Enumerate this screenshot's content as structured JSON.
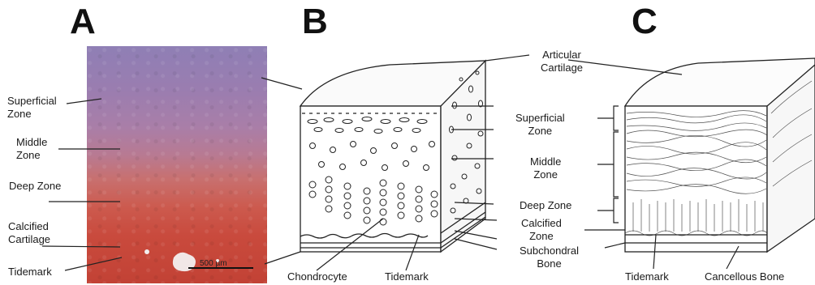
{
  "panels": {
    "a": {
      "letter": "A",
      "labels": {
        "superficial_zone": "Superficial\nZone",
        "middle_zone": "Middle\nZone",
        "deep_zone": "Deep Zone",
        "calcified_cartilage": "Calcified\nCartilage",
        "tidemark": "Tidemark"
      },
      "scale_bar": "500 µm"
    },
    "b": {
      "letter": "B",
      "labels": {
        "chondrocyte": "Chondrocyte",
        "tidemark": "Tidemark"
      }
    },
    "c": {
      "letter": "C",
      "labels": {
        "articular_cartilage": "Articular\nCartilage",
        "superficial_zone": "Superficial\nZone",
        "middle_zone": "Middle\nZone",
        "deep_zone": "Deep Zone",
        "calcified_zone": "Calcified\nZone",
        "subchondral_bone": "Subchondral\nBone",
        "tidemark": "Tidemark",
        "cancellous_bone": "Cancellous Bone"
      }
    }
  },
  "colors": {
    "stain_top": "#8f7fb5",
    "stain_bottom": "#c24235",
    "line": "#222222"
  }
}
